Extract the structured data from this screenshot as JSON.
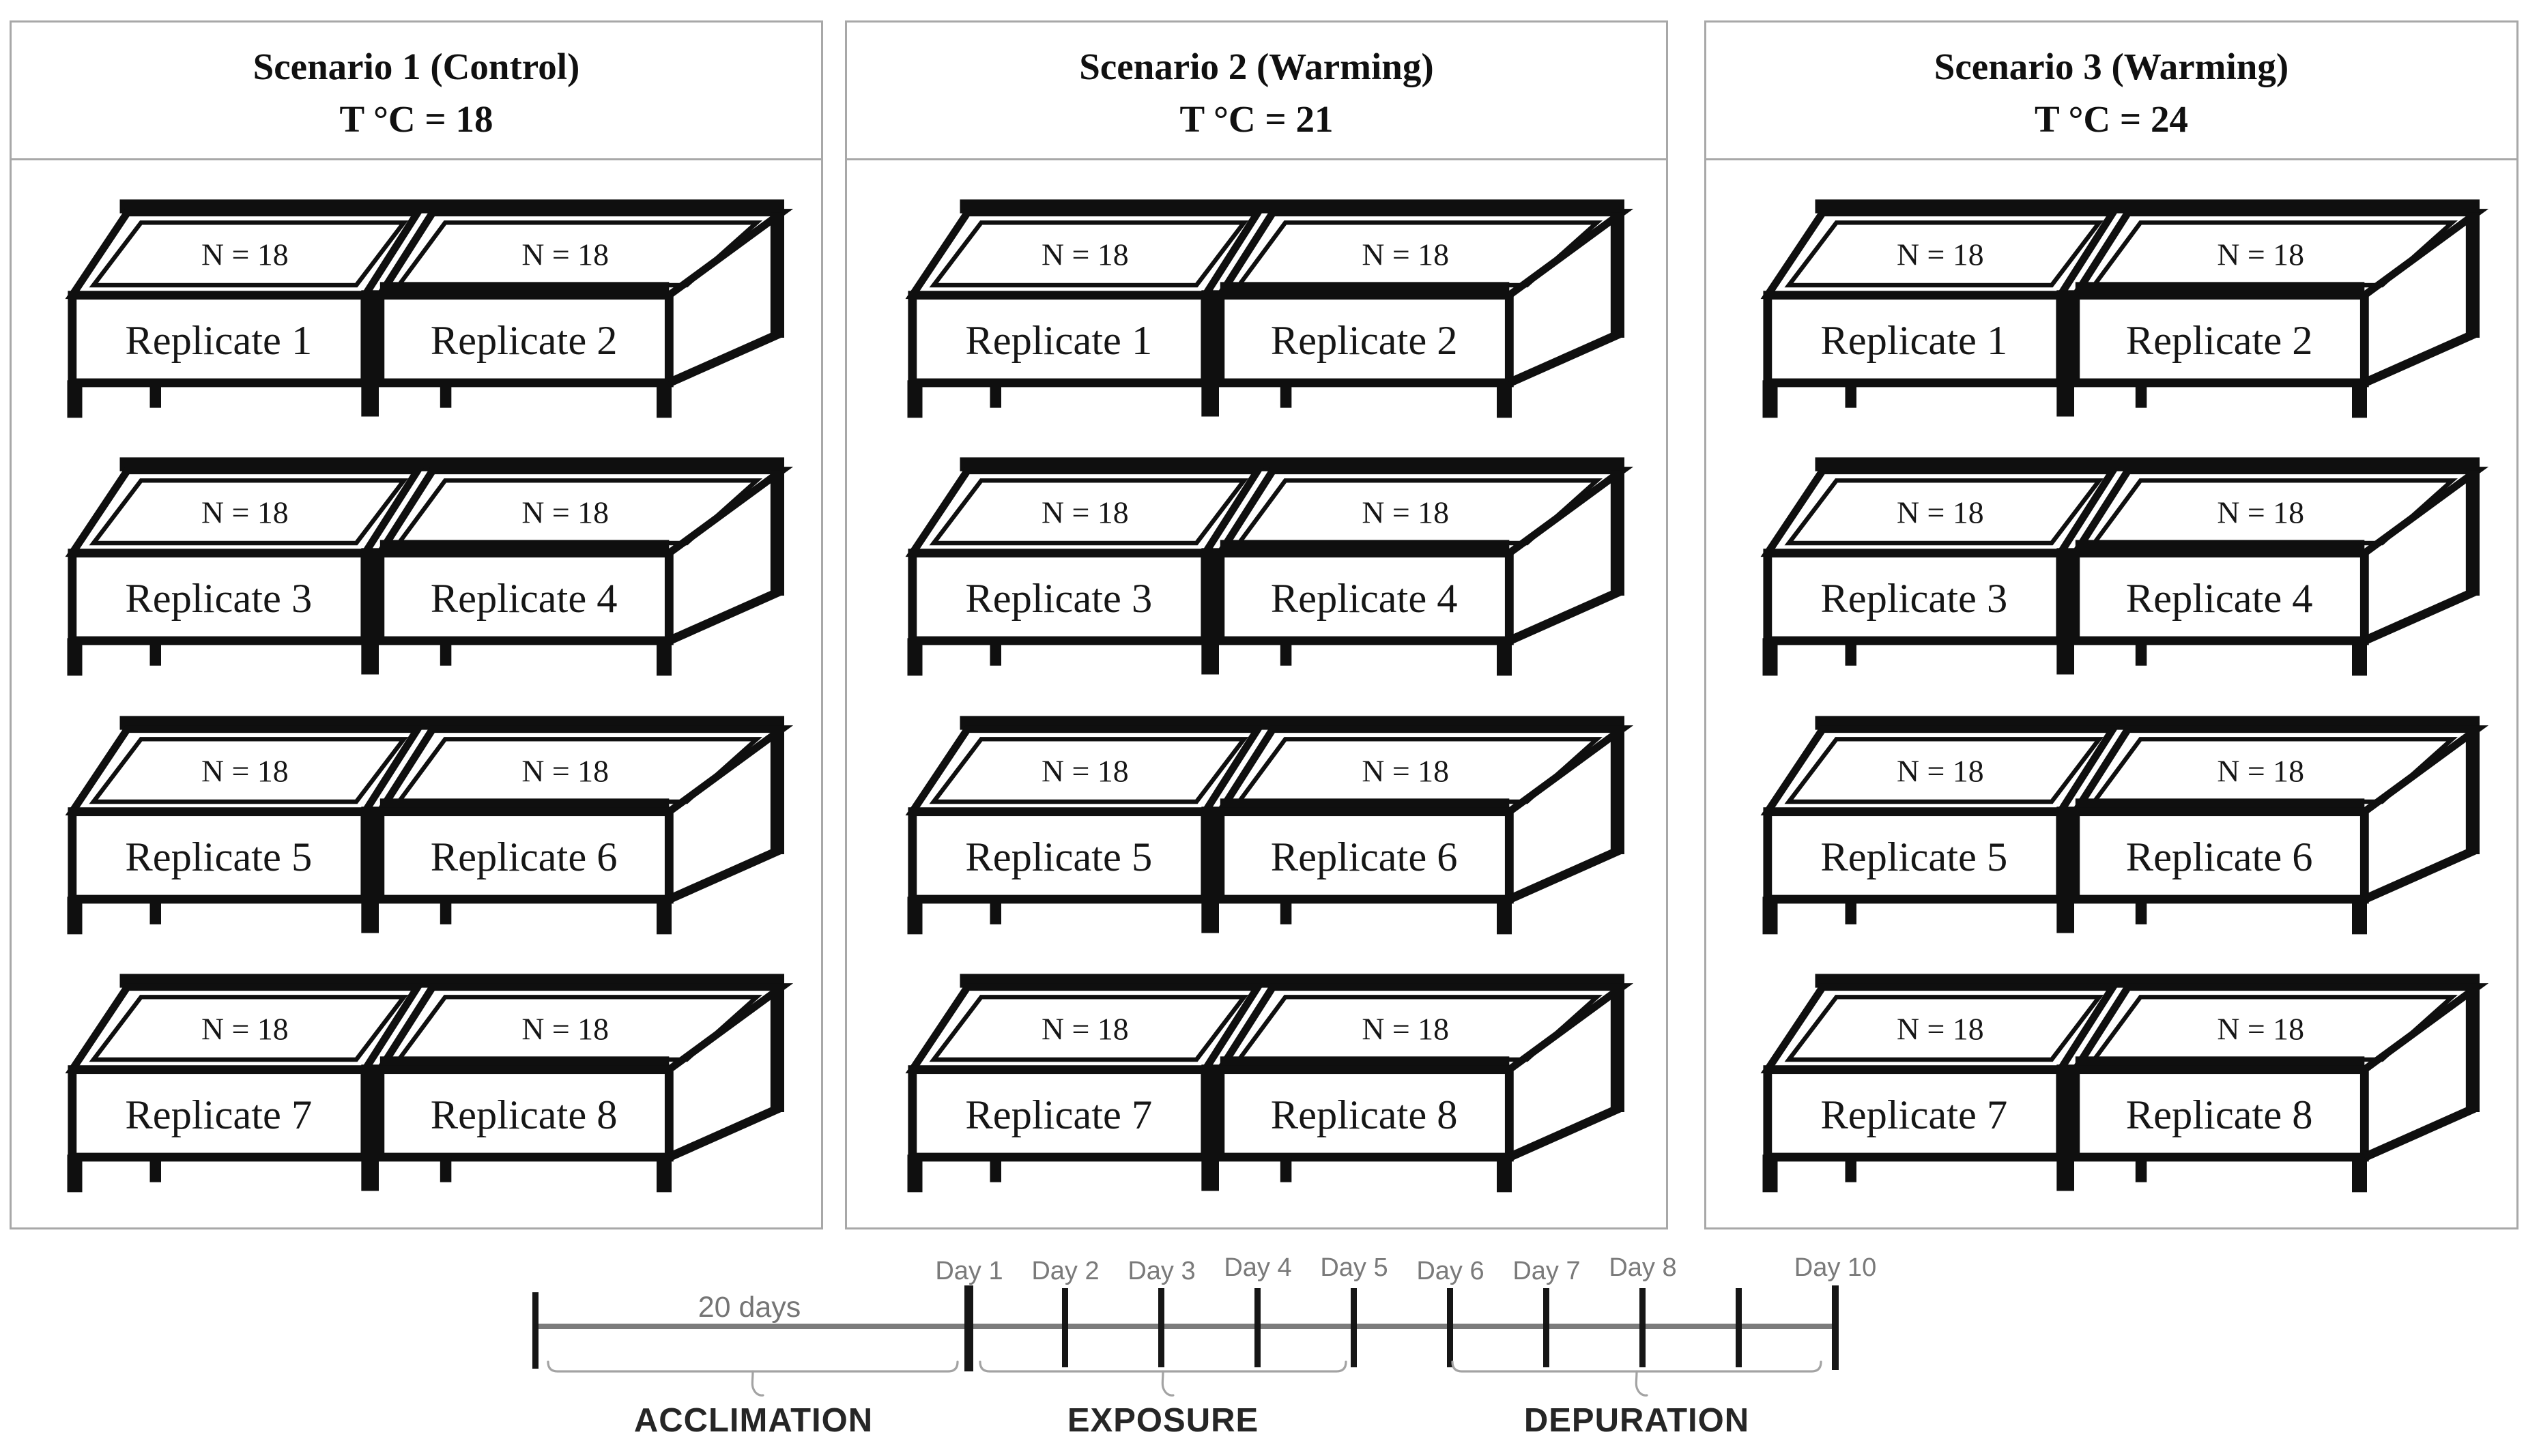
{
  "figure": {
    "scenarios": [
      {
        "title": "Scenario 1 (Control)",
        "temperature": "T °C = 18",
        "tanks": [
          {
            "left_n": "N = 18",
            "right_n": "N = 18",
            "left_label": "Replicate 1",
            "right_label": "Replicate 2"
          },
          {
            "left_n": "N = 18",
            "right_n": "N = 18",
            "left_label": "Replicate 3",
            "right_label": "Replicate 4"
          },
          {
            "left_n": "N = 18",
            "right_n": "N = 18",
            "left_label": "Replicate 5",
            "right_label": "Replicate 6"
          },
          {
            "left_n": "N = 18",
            "right_n": "N = 18",
            "left_label": "Replicate 7",
            "right_label": "Replicate 8"
          }
        ]
      },
      {
        "title": "Scenario 2 (Warming)",
        "temperature": "T °C = 21",
        "tanks": [
          {
            "left_n": "N = 18",
            "right_n": "N = 18",
            "left_label": "Replicate 1",
            "right_label": "Replicate 2"
          },
          {
            "left_n": "N = 18",
            "right_n": "N = 18",
            "left_label": "Replicate 3",
            "right_label": "Replicate 4"
          },
          {
            "left_n": "N = 18",
            "right_n": "N = 18",
            "left_label": "Replicate 5",
            "right_label": "Replicate 6"
          },
          {
            "left_n": "N = 18",
            "right_n": "N = 18",
            "left_label": "Replicate 7",
            "right_label": "Replicate 8"
          }
        ]
      },
      {
        "title": "Scenario 3 (Warming)",
        "temperature": "T °C = 24",
        "tanks": [
          {
            "left_n": "N = 18",
            "right_n": "N = 18",
            "left_label": "Replicate 1",
            "right_label": "Replicate 2"
          },
          {
            "left_n": "N = 18",
            "right_n": "N = 18",
            "left_label": "Replicate 3",
            "right_label": "Replicate 4"
          },
          {
            "left_n": "N = 18",
            "right_n": "N = 18",
            "left_label": "Replicate 5",
            "right_label": "Replicate 6"
          },
          {
            "left_n": "N = 18",
            "right_n": "N = 18",
            "left_label": "Replicate 7",
            "right_label": "Replicate 8"
          }
        ]
      }
    ],
    "timeline": {
      "acclimation_duration_label": "20 days",
      "day_labels": [
        "Day 1",
        "Day 2",
        "Day 3",
        "Day 4",
        "Day 5",
        "Day 6",
        "Day 7",
        "Day 8",
        "",
        "Day 10"
      ],
      "phases": [
        "ACCLIMATION",
        "EXPOSURE",
        "DEPURATION"
      ]
    },
    "colors": {
      "ink": "#0f0f0f",
      "panel_border": "#a8a8a8",
      "gray_text": "#7a7a7a",
      "timeline_line": "#7c7c7c",
      "brace": "#a3a3a3",
      "phase_text": "#262626"
    }
  }
}
